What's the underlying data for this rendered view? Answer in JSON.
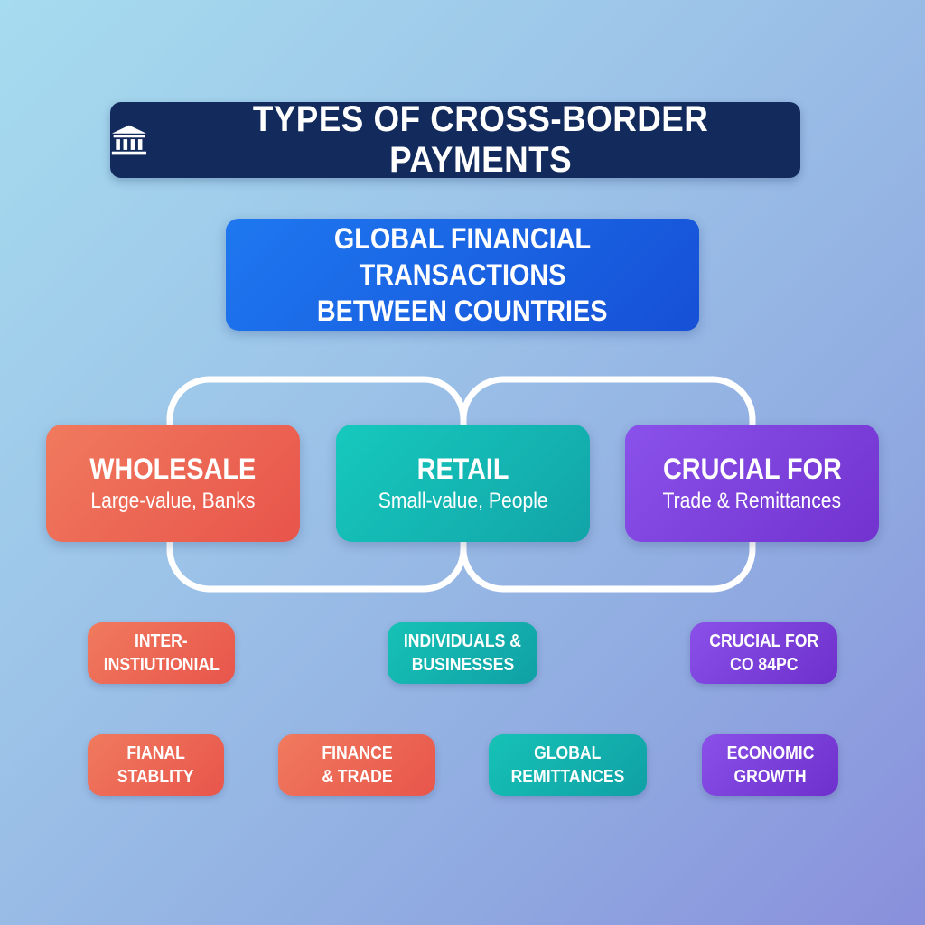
{
  "title": "TYPES OF CROSS-BORDER PAYMENTS",
  "root": {
    "line1": "GLOBAL FINANCIAL TRANSACTIONS",
    "line2": "BETWEEN COUNTRIES"
  },
  "categories": [
    {
      "title": "WHOLESALE",
      "subtitle": "Large-value, Banks",
      "color": "#ec6652"
    },
    {
      "title": "RETAIL",
      "subtitle": "Small-value, People",
      "color": "#14b6b2"
    },
    {
      "title": "CRUCIAL FOR",
      "subtitle": "Trade & Remittances",
      "color": "#7e40dc"
    }
  ],
  "details_row1": [
    {
      "line1": "INTER-",
      "line2": "INSTIUTIONIAL"
    },
    {
      "line1": "INDIVIDUALS &",
      "line2": "BUSINESSES"
    },
    {
      "line1": "CRUCIAL FOR",
      "line2": "CO 84PC"
    }
  ],
  "details_row2": [
    {
      "line1": "FIANAL",
      "line2": "STABLITY"
    },
    {
      "line1": "FINANCE",
      "line2": "& TRADE"
    },
    {
      "line1": "GLOBAL",
      "line2": "REMITTANCES"
    },
    {
      "line1": "ECONOMIC",
      "line2": "GROWTH"
    }
  ],
  "icons": {
    "title_icon": "bank-icon"
  },
  "colors": {
    "title_bg": "#122a5c",
    "root_bg": "#1a66e6",
    "connector": "#ffffff"
  }
}
